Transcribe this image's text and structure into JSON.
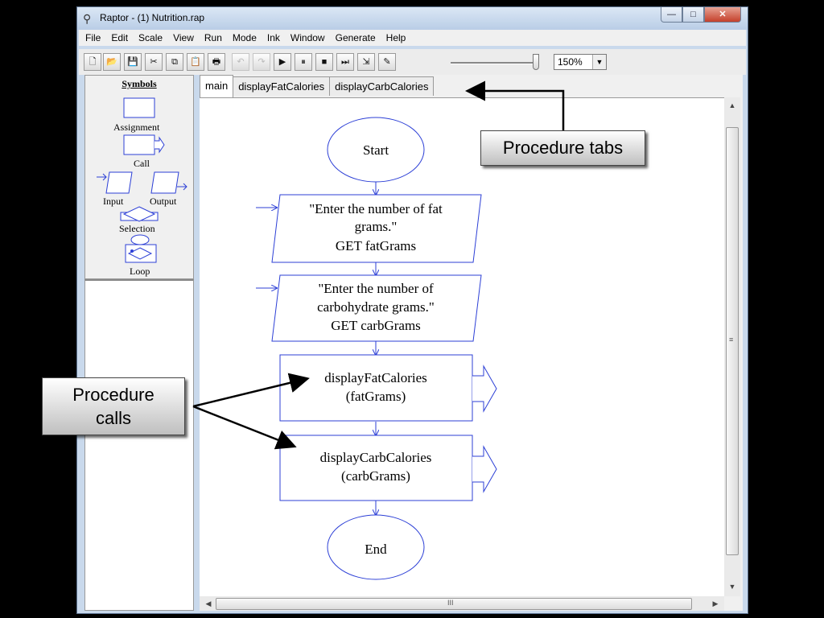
{
  "window": {
    "title": "Raptor - (1) Nutrition.rap",
    "min": "—",
    "max": "□",
    "close": "✕"
  },
  "menu": [
    "File",
    "Edit",
    "Scale",
    "View",
    "Run",
    "Mode",
    "Ink",
    "Window",
    "Generate",
    "Help"
  ],
  "toolbar": {
    "buttons": [
      {
        "name": "new-file-icon",
        "glyph": "🗋",
        "disabled": false
      },
      {
        "name": "open-folder-icon",
        "glyph": "📂",
        "disabled": false
      },
      {
        "name": "save-icon",
        "glyph": "💾",
        "disabled": false
      },
      {
        "name": "cut-icon",
        "glyph": "✂",
        "disabled": false
      },
      {
        "name": "copy-icon",
        "glyph": "⧉",
        "disabled": false
      },
      {
        "name": "paste-icon",
        "glyph": "📋",
        "disabled": false
      },
      {
        "name": "print-icon",
        "glyph": "🖶",
        "disabled": false
      },
      {
        "name": "undo-icon",
        "glyph": "↶",
        "disabled": true
      },
      {
        "name": "redo-icon",
        "glyph": "↷",
        "disabled": true
      },
      {
        "name": "play-icon",
        "glyph": "▶",
        "disabled": false
      },
      {
        "name": "pause-icon",
        "glyph": "⏸",
        "disabled": false
      },
      {
        "name": "stop-icon",
        "glyph": "■",
        "disabled": false
      },
      {
        "name": "step-icon",
        "glyph": "⏭",
        "disabled": false
      },
      {
        "name": "step-into-icon",
        "glyph": "⇲",
        "disabled": false
      },
      {
        "name": "pen-icon",
        "glyph": "✎",
        "disabled": false
      }
    ],
    "zoom_value": "150%",
    "zoom_dropdown": "▼"
  },
  "symbols": {
    "title": "Symbols",
    "assignment": "Assignment",
    "call": "Call",
    "input": "Input",
    "output": "Output",
    "selection": "Selection",
    "loop": "Loop"
  },
  "tabs": [
    {
      "label": "main",
      "active": true
    },
    {
      "label": "displayFatCalories",
      "active": false
    },
    {
      "label": "displayCarbCalories",
      "active": false
    }
  ],
  "flowchart": {
    "start": "Start",
    "input1": [
      "\"Enter the number of fat",
      "grams.\"",
      "GET fatGrams"
    ],
    "input2": [
      "\"Enter the number of",
      "carbohydrate grams.\"",
      "GET carbGrams"
    ],
    "call1": [
      "displayFatCalories",
      "(fatGrams)"
    ],
    "call2": [
      "displayCarbCalories",
      "(carbGrams)"
    ],
    "end": "End"
  },
  "scroll": {
    "up": "▲",
    "down": "▼",
    "left": "◀",
    "right": "▶",
    "grip_v": "≡",
    "grip_h": "III"
  },
  "callouts": {
    "tabs": "Procedure tabs",
    "calls": [
      "Procedure",
      "calls"
    ]
  },
  "colors": {
    "flow_line": "#2c3fd6",
    "accent": "#5d7391"
  }
}
